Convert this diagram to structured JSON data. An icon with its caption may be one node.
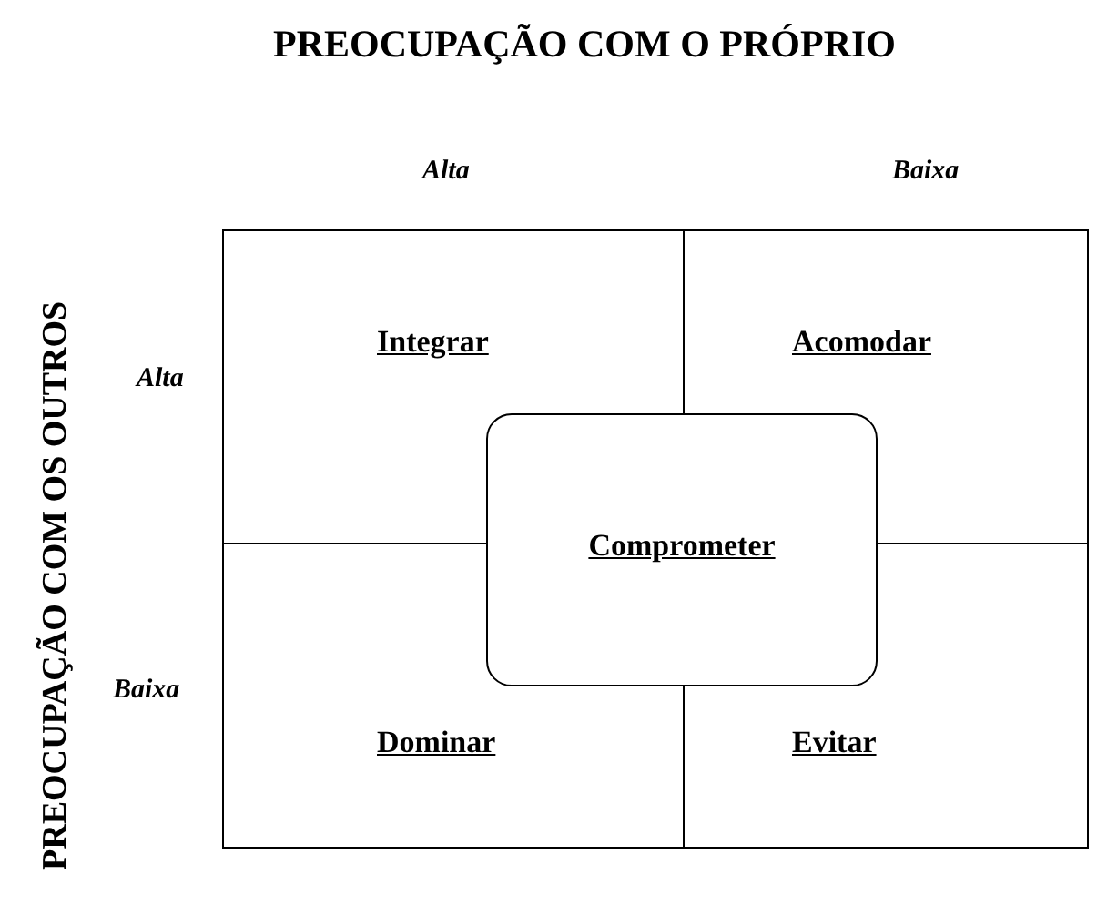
{
  "diagram": {
    "title": "PREOCUPAÇÃO COM O PRÓPRIO",
    "nodes": [
      {
        "text": [
          "Integrar"
        ]
      },
      {
        "text": [
          "Acomodar"
        ]
      },
      {
        "text": [
          "Comprometer"
        ]
      },
      {
        "text": [
          "Dominar"
        ]
      },
      {
        "text": [
          "Evitar"
        ]
      }
    ],
    "labels": [
      "PREOCUPAÇÃO COM OS OUTROS",
      "Alta",
      "Baixa",
      "Alta",
      "Baixa"
    ]
  }
}
